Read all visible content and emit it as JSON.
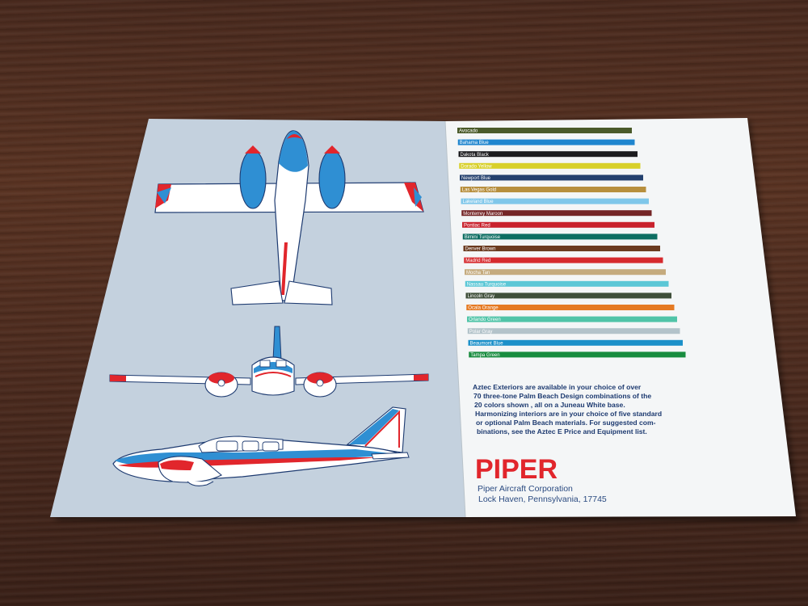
{
  "brochure": {
    "colors": [
      {
        "name": "Avocado",
        "hex": "#4a5a2a"
      },
      {
        "name": "Bahama Blue",
        "hex": "#1f86cf"
      },
      {
        "name": "Dakota Black",
        "hex": "#1c1c1f"
      },
      {
        "name": "Dorado Yellow",
        "hex": "#d8d02a"
      },
      {
        "name": "Newport Blue",
        "hex": "#23406e"
      },
      {
        "name": "Las Vegas Gold",
        "hex": "#b78f3e"
      },
      {
        "name": "Lakeland Blue",
        "hex": "#7fc7ea"
      },
      {
        "name": "Monterrey Maroon",
        "hex": "#742526"
      },
      {
        "name": "Pontiac Red",
        "hex": "#c9222d"
      },
      {
        "name": "Bimini Turquoise",
        "hex": "#0d6e62"
      },
      {
        "name": "Denver Brown",
        "hex": "#6b3b20"
      },
      {
        "name": "Madrid Red",
        "hex": "#d62a2e"
      },
      {
        "name": "Mocha Tan",
        "hex": "#c5ab7e"
      },
      {
        "name": "Nassau Turquoise",
        "hex": "#5bc7d6"
      },
      {
        "name": "Lincoln Gray",
        "hex": "#3f4f3a"
      },
      {
        "name": "Ocala Orange",
        "hex": "#e57a23"
      },
      {
        "name": "Orlando Green",
        "hex": "#50c4a8"
      },
      {
        "name": "Polar Gray",
        "hex": "#b3c3ca"
      },
      {
        "name": "Beaumont Blue",
        "hex": "#1b90c9"
      },
      {
        "name": "Tampa Green",
        "hex": "#188c3f"
      }
    ],
    "description_lines": [
      "Aztec Exteriors are available in your choice of over",
      "70 three-tone Palm Beach Design combinations of the",
      "20 colors shown , all on a Juneau White base.",
      "Harmonizing interiors are in your choice of five standard",
      "or optional Palm Beach materials. For suggested com-",
      "binations, see the Aztec E Price and Equipment list."
    ],
    "logo": "PIPER",
    "company_name": "Piper Aircraft Corporation",
    "company_address": "Lock Haven, Pennsylvania, 17745"
  },
  "accent_colors": {
    "red": "#e1262c",
    "blue": "#2f8fd3",
    "panel": "#c4d1de",
    "paper": "#f4f6f7"
  }
}
